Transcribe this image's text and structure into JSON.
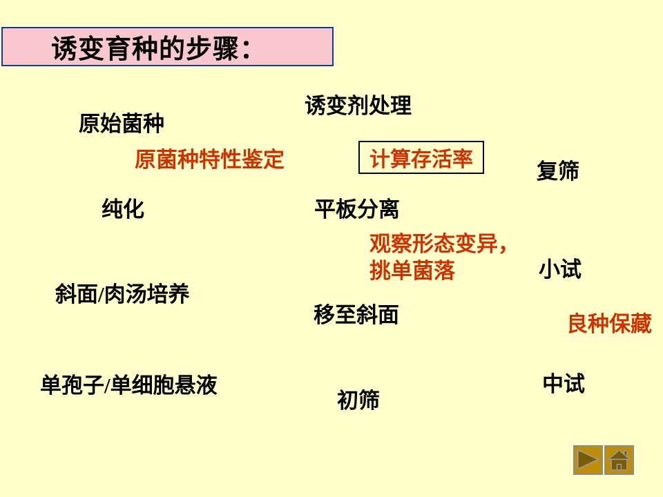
{
  "slide": {
    "background_color": "#FFFFCC"
  },
  "title": {
    "text": "诱变育种的步骤：",
    "bg_color": "#F9C7CE",
    "border_color": "#0D3A9C"
  },
  "labels": {
    "original_strain": "原始菌种",
    "mutagen_treatment": "诱变剂处理",
    "strain_characterization": "原菌种特性鉴定",
    "survival_rate": "计算存活率",
    "rescreening": "复筛",
    "purification": "纯化",
    "plate_separation": "平板分离",
    "observe_variation_line1": "观察形态变异，",
    "observe_variation_line2": "挑单菌落",
    "small_test": "小试",
    "slant_broth_culture": "斜面/肉汤培养",
    "move_to_slant": "移至斜面",
    "strain_preservation": "良种保藏",
    "single_spore_suspension": "单孢子/单细胞悬液",
    "pilot_test": "中试",
    "initial_screening": "初筛"
  },
  "colors": {
    "text_black": "#000000",
    "text_red": "#CC3300",
    "survival_box_border": "#000000",
    "nav_button_bg": "#BE8E0A",
    "nav_icon_fill": "#7A5C06",
    "nav_icon_stroke": "#9A9A9A",
    "nav_button_border": "#8C8C8C"
  },
  "nav": {
    "next_icon": "play-arrow-icon",
    "home_icon": "home-icon"
  }
}
